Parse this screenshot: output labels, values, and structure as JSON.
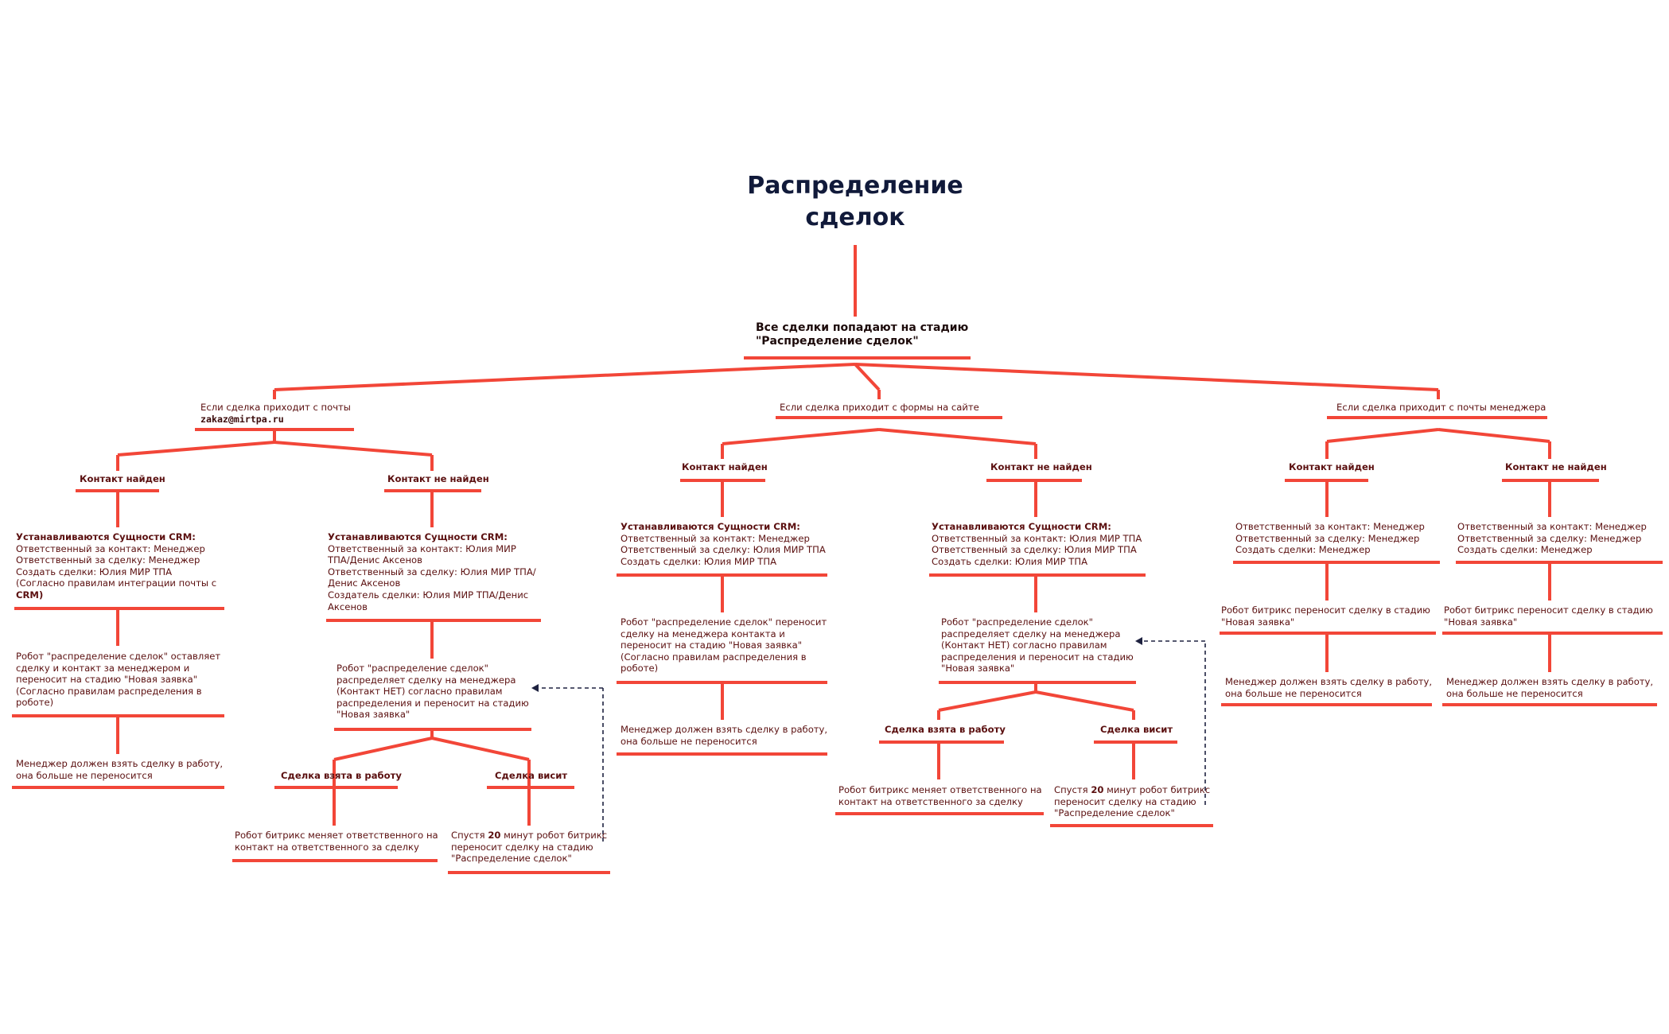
{
  "title": "Распределение сделок",
  "colors": {
    "line": "#f24638",
    "text": "#5b1010",
    "title": "#111a3a",
    "dashed": "#1e2240"
  },
  "root": {
    "text_line1": "Все сделки попадают на стадию",
    "text_line2": "\"Распределение сделок\""
  },
  "branches": {
    "email": {
      "label_line1": "Если сделка приходит с почты",
      "label_line2": "zakaz@mirtpa.ru",
      "found": {
        "label": "Контакт найден",
        "crm_prefix": "Устанавливаются Сущности ",
        "crm_bold": "CRM:",
        "crm_body": "Ответственный за контакт: Менеджер\nОтветственный за сделку: Менеджер\nСоздать сделки: Юлия МИР ТПА\n(Согласно правилам интеграции почты с\n",
        "crm_tail_bold": "CRM)",
        "robot": "Робот \"распределение сделок\"  оставляет\nсделку и контакт за менеджером и\nпереносит на стадию \"Новая заявка\"\n(Согласно правилам распределения в\nроботе)",
        "manager": "Менеджер должен взять сделку в работу,\nона больше не переносится"
      },
      "notfound": {
        "label": "Контакт не найден",
        "crm_prefix": "Устанавливаются Сущности ",
        "crm_bold": "CRM:",
        "crm_body": "Ответственный за контакт:  Юлия МИР\nТПА/Денис Аксенов\nОтветственный за сделку:  Юлия МИР ТПА/\nДенис Аксенов\nСоздатель сделки:  Юлия МИР ТПА/Денис\nАксенов",
        "robot": "Робот \"распределение сделок\"\nраспределяет сделку на менеджера\n(Контакт НЕТ) согласно правилам\nраспределения и переносит на стадию\n\"Новая заявка\"",
        "taken_label": "Сделка взята в работу",
        "taken_text": "Робот битрикс меняет ответственного на\nконтакт на ответственного за сделку",
        "hang_label": "Сделка висит",
        "hang_prefix": "Спустя ",
        "hang_bold": "20",
        "hang_text": " минут робот битрикс\nпереносит сделку на стадию\n\"Распределение сделок\""
      }
    },
    "form": {
      "label": "Если сделка приходит с формы на сайте",
      "found": {
        "label": "Контакт найден",
        "crm_prefix": "Устанавливаются Сущности ",
        "crm_bold": "CRM:",
        "crm_body": "Ответственный за контакт: Менеджер\nОтветственный за сделку: Юлия МИР ТПА\nСоздать сделки: Юлия МИР ТПА",
        "robot": "Робот \"распределение сделок\" переносит\nсделку на менеджера контакта и\nпереносит на стадию \"Новая заявка\"\n(Согласно правилам распределения в\nроботе)",
        "manager": "Менеджер должен взять сделку в работу,\nона больше не переносится"
      },
      "notfound": {
        "label": "Контакт не найден",
        "crm_prefix": "Устанавливаются Сущности ",
        "crm_bold": "CRM:",
        "crm_body": "Ответственный за контакт: Юлия МИР ТПА\nОтветственный за сделку: Юлия МИР ТПА\nСоздать сделки: Юлия МИР ТПА",
        "robot": "Робот \"распределение сделок\"\nраспределяет сделку на менеджера\n(Контакт НЕТ) согласно правилам\nраспределения и переносит на стадию\n\"Новая заявка\"",
        "taken_label": "Сделка взята в работу",
        "taken_text": "Робот битрикс меняет ответственного на\nконтакт на ответственного за сделку",
        "hang_label": "Сделка висит",
        "hang_prefix": "Спустя ",
        "hang_bold": "20",
        "hang_text": " минут робот битрикс\nпереносит сделку на стадию\n\"Распределение сделок\""
      }
    },
    "manager_email": {
      "label": "Если сделка приходит с почты менеджера",
      "found": {
        "label": "Контакт найден",
        "crm_body": "Ответственный за контакт: Менеджер\nОтветственный за сделку: Менеджер\nСоздать сделки: Менеджер",
        "robot": "Робот битрикс переносит сделку в стадию\n\"Новая заявка\"",
        "manager": "Менеджер должен взять сделку в работу,\nона больше не переносится"
      },
      "notfound": {
        "label": "Контакт не найден",
        "crm_body": "Ответственный за контакт: Менеджер\nОтветственный за сделку: Менеджер\nСоздать сделки: Менеджер",
        "robot": "Робот битрикс переносит сделку в стадию\n\"Новая заявка\"",
        "manager": "Менеджер должен взять сделку в работу,\nона больше не переносится"
      }
    }
  }
}
